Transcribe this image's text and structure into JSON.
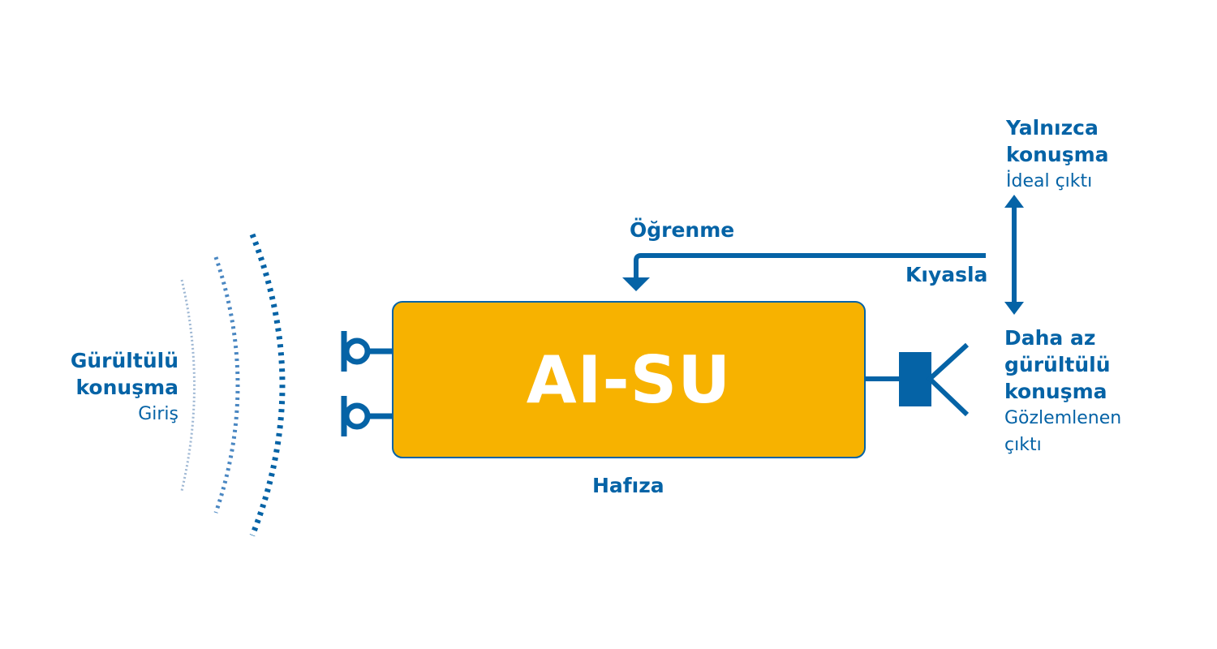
{
  "colors": {
    "primary": "#0563a6",
    "box_fill": "#f7b200",
    "box_border": "#0563a6",
    "wave_light": "#9fb8d4",
    "wave_mid": "#4a87c2",
    "wave_dark": "#0563a6"
  },
  "input": {
    "title_line1": "Gürültülü",
    "title_line2": "konuşma",
    "subtitle": "Giriş"
  },
  "box": {
    "title": "AI-SU"
  },
  "memory_label": "Hafıza",
  "learning_label": "Öğrenme",
  "compare_label": "Kıyasla",
  "ideal": {
    "title_line1": "Yalnızca",
    "title_line2": "konuşma",
    "subtitle": "İdeal çıktı"
  },
  "output": {
    "title_line1": "Daha az",
    "title_line2": "gürültülü",
    "title_line3": "konuşma",
    "subtitle_line1": "Gözlemlenen",
    "subtitle_line2": "çıktı"
  },
  "icons": [
    "sound-wave-icon",
    "microphone-icon",
    "speaker-icon",
    "arrow-down-icon",
    "double-arrow-icon"
  ]
}
